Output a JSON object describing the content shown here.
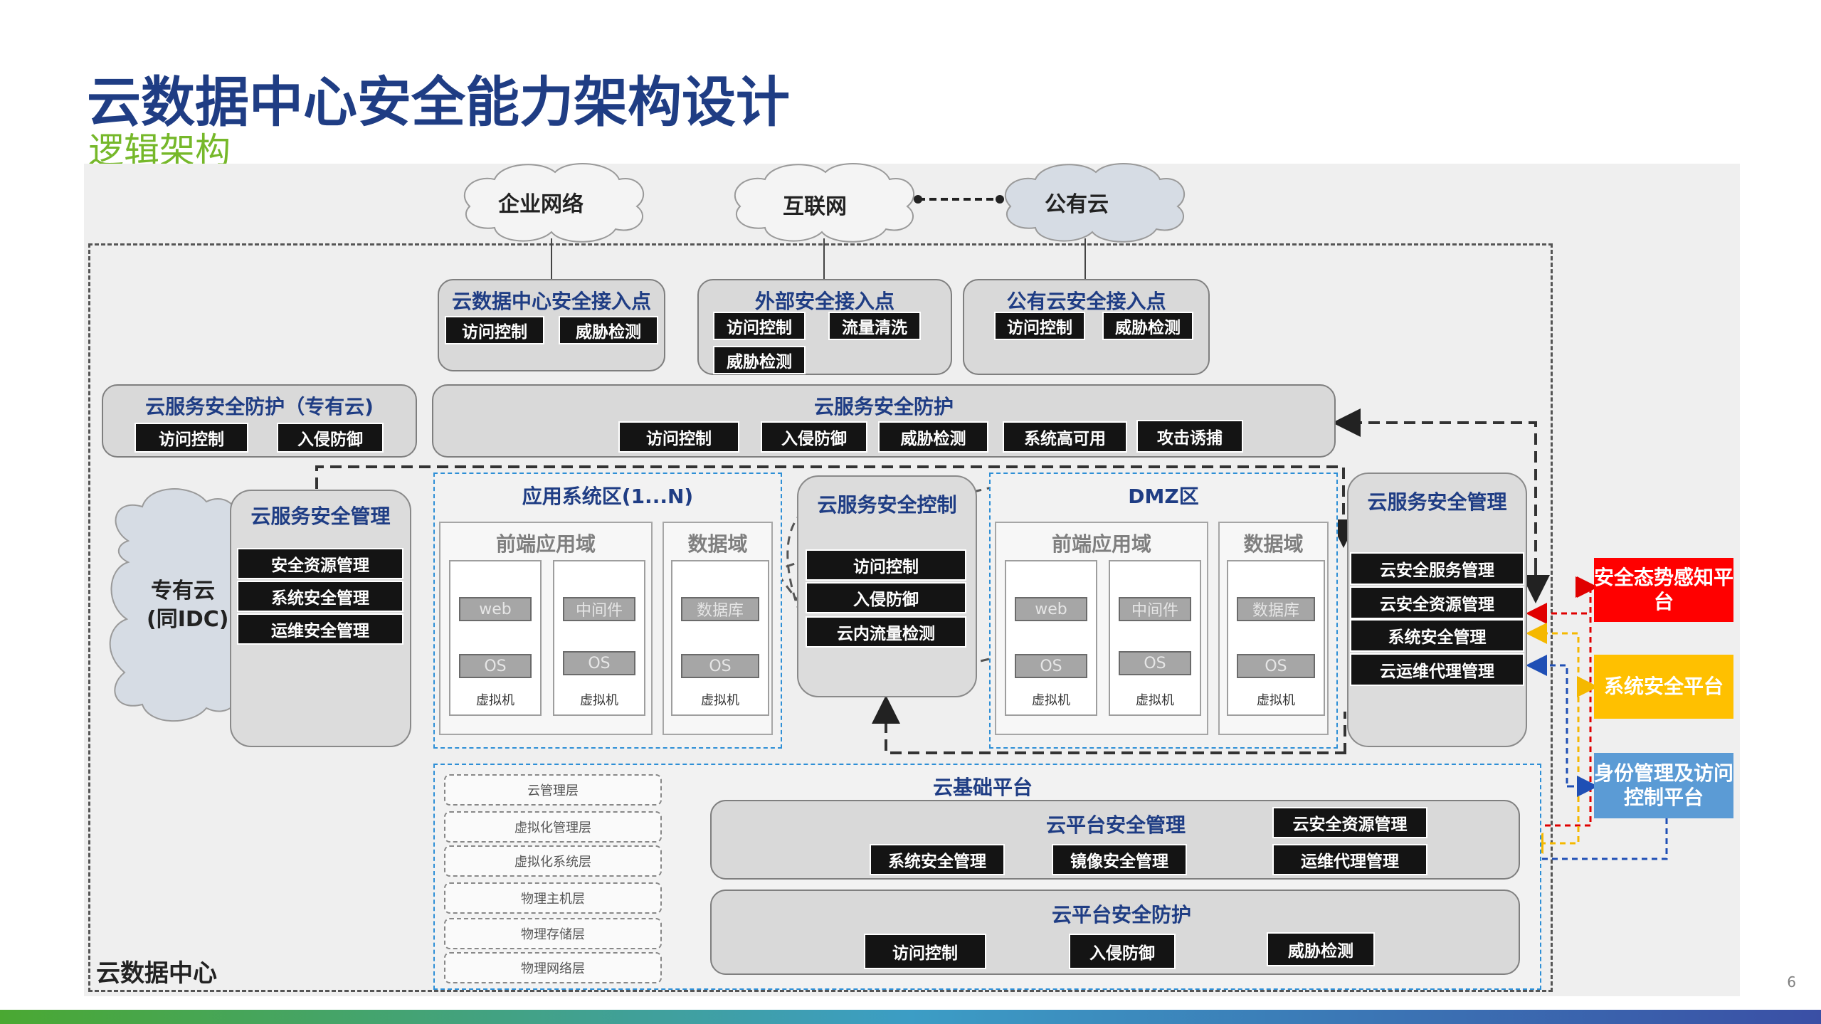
{
  "header": {
    "title": "云数据中心安全能力架构设计",
    "subtitle": "逻辑架构"
  },
  "clouds": {
    "enterprise": "企业网络",
    "internet": "互联网",
    "public": "公有云",
    "private_line1": "专有云",
    "private_line2": "(同IDC)"
  },
  "access_points": {
    "dc": {
      "title": "云数据中心安全接入点",
      "items": [
        "访问控制",
        "威胁检测"
      ]
    },
    "external": {
      "title": "外部安全接入点",
      "items": [
        "访问控制",
        "流量清洗",
        "威胁检测"
      ]
    },
    "public": {
      "title": "公有云安全接入点",
      "items": [
        "访问控制",
        "威胁检测"
      ]
    }
  },
  "private_protect": {
    "title": "云服务安全防护（专有云)",
    "items": [
      "访问控制",
      "入侵防御"
    ]
  },
  "service_protect": {
    "title": "云服务安全防护",
    "items": [
      "访问控制",
      "入侵防御",
      "威胁检测",
      "系统高可用",
      "攻击诱捕"
    ]
  },
  "left_mgmt": {
    "title": "云服务安全管理",
    "items": [
      "安全资源管理",
      "系统安全管理",
      "运维安全管理"
    ]
  },
  "app_zone": {
    "title": "应用系统区(1...N)",
    "frontend": {
      "title": "前端应用域",
      "vms": [
        {
          "app": "web",
          "os": "OS",
          "name": "虚拟机"
        },
        {
          "app": "中间件",
          "os": "OS",
          "name": "虚拟机"
        }
      ]
    },
    "data": {
      "title": "数据域",
      "vms": [
        {
          "app": "数据库",
          "os": "OS",
          "name": "虚拟机"
        }
      ]
    }
  },
  "control": {
    "title": "云服务安全控制",
    "items": [
      "访问控制",
      "入侵防御",
      "云内流量检测"
    ]
  },
  "dmz_zone": {
    "title": "DMZ区",
    "frontend": {
      "title": "前端应用域",
      "vms": [
        {
          "app": "web",
          "os": "OS",
          "name": "虚拟机"
        },
        {
          "app": "中间件",
          "os": "OS",
          "name": "虚拟机"
        }
      ]
    },
    "data": {
      "title": "数据域",
      "vms": [
        {
          "app": "数据库",
          "os": "OS",
          "name": "虚拟机"
        }
      ]
    }
  },
  "right_mgmt": {
    "title": "云服务安全管理",
    "items": [
      "云安全服务管理",
      "云安全资源管理",
      "系统安全管理",
      "云运维代理管理"
    ]
  },
  "platform": {
    "title": "云基础平台",
    "layers": [
      "云管理层",
      "虚拟化管理层",
      "虚拟化系统层",
      "物理主机层",
      "物理存储层",
      "物理网络层"
    ],
    "mgmt": {
      "title": "云平台安全管理",
      "items": [
        "系统安全管理",
        "镜像安全管理",
        "云安全资源管理",
        "运维代理管理"
      ]
    },
    "protect": {
      "title": "云平台安全防护",
      "items": [
        "访问控制",
        "入侵防御",
        "威胁检测"
      ]
    }
  },
  "side_platforms": [
    {
      "label": "安全态势感知平台",
      "color": "#ff0000"
    },
    {
      "label": "系统安全平台",
      "color": "#ffc000"
    },
    {
      "label": "身份管理及访问控制平台",
      "color": "#5b9bd5"
    }
  ],
  "dc_label": "云数据中心",
  "page_number": "6"
}
